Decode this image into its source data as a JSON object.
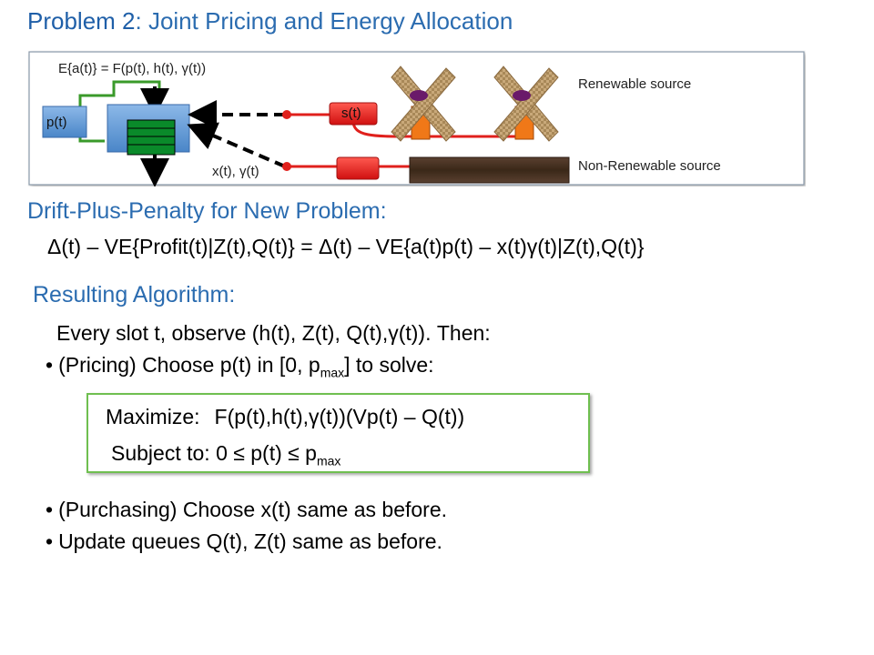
{
  "title": {
    "prefix": "Problem 2",
    "rest": ": Joint Pricing and Energy Allocation"
  },
  "diagram": {
    "arrival_label": "E{a(t)} = F(p(t), h(t), γ(t))",
    "price_label": "p(t)",
    "renewable_label": "Renewable source",
    "nonrenewable_label": "Non-Renewable source",
    "s_label": "s(t)",
    "x_label": "x(t), γ(t)",
    "colors": {
      "queue_blue": "#5b9bd5",
      "queue_green": "#0a8a2a",
      "line_red": "#e0201c",
      "green_line": "#3a9a2a",
      "turbine_orange": "#f07818",
      "blade": "#c8a878",
      "hub": "#6a1a6a",
      "log": "#4a3020"
    }
  },
  "drift": {
    "heading": "Drift-Plus-Penalty for New Problem:",
    "equation": "Δ(t) – VE{Profit(t)|Z(t),Q(t)} = Δ(t) – VE{a(t)p(t) – x(t)γ(t)|Z(t),Q(t)}"
  },
  "algorithm": {
    "heading": "Resulting Algorithm:",
    "intro": "Every slot t, observe (h(t), Z(t), Q(t),γ(t)). Then:",
    "pricing_prefix": "(Pricing) Choose p(t) in [0, p",
    "pricing_sub": "max",
    "pricing_suffix": "] to solve:",
    "maximize_label": "Maximize:",
    "maximize_expr": "F(p(t),h(t),γ(t))(Vp(t) – Q(t))",
    "subject_prefix": "Subject to:  0 ≤ p(t) ≤  p",
    "subject_sub": "max",
    "purchasing": "(Purchasing)  Choose x(t) same as before.",
    "update": "Update queues Q(t), Z(t) same as before."
  }
}
